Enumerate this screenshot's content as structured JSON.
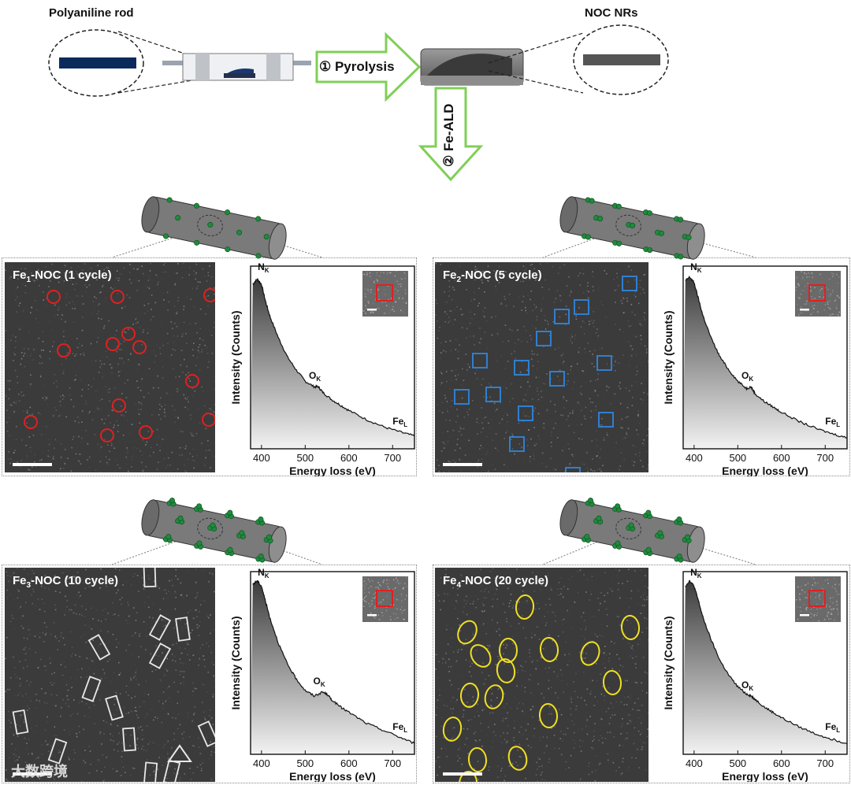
{
  "scheme": {
    "left_label": "Polyaniline rod",
    "right_label": "NOC NRs",
    "step1": "① Pyrolysis",
    "step2": "② Fe-ALD"
  },
  "panels": [
    {
      "prefix": "Fe",
      "sub": "1",
      "suffix": "-NOC (1 cycle)",
      "marker": "circle",
      "color": "#e02020"
    },
    {
      "prefix": "Fe",
      "sub": "2",
      "suffix": "-NOC (5 cycle)",
      "marker": "square",
      "color": "#2f7fd0"
    },
    {
      "prefix": "Fe",
      "sub": "3",
      "suffix": "-NOC (10 cycle)",
      "marker": "rect",
      "color": "#e8e8e8"
    },
    {
      "prefix": "Fe",
      "sub": "4",
      "suffix": "-NOC (20 cycle)",
      "marker": "ellipse",
      "color": "#f0e020"
    }
  ],
  "spectrum": {
    "xlabel": "Energy loss (eV)",
    "ylabel": "Intensity (Counts)",
    "ticks": [
      "400",
      "500",
      "600",
      "700"
    ],
    "peak_n": "N",
    "peak_n_sub": "K",
    "peak_o": "O",
    "peak_o_sub": "K",
    "peak_fe": "Fe",
    "peak_fe_sub": "L"
  },
  "chart_data": [
    {
      "type": "area",
      "panel": "Fe1-NOC (1 cycle)",
      "xlabel": "Energy loss (eV)",
      "ylabel": "Intensity (Counts)",
      "xlim": [
        375,
        750
      ],
      "x": [
        380,
        390,
        400,
        410,
        420,
        440,
        460,
        480,
        500,
        520,
        530,
        540,
        560,
        580,
        600,
        640,
        680,
        720,
        750
      ],
      "y": [
        0.9,
        0.93,
        0.9,
        0.8,
        0.72,
        0.6,
        0.5,
        0.43,
        0.37,
        0.34,
        0.34,
        0.31,
        0.27,
        0.24,
        0.21,
        0.16,
        0.12,
        0.09,
        0.07
      ]
    },
    {
      "type": "area",
      "panel": "Fe2-NOC (5 cycle)",
      "xlabel": "Energy loss (eV)",
      "ylabel": "Intensity (Counts)",
      "xlim": [
        375,
        750
      ],
      "x": [
        380,
        390,
        400,
        410,
        420,
        440,
        460,
        480,
        500,
        520,
        530,
        540,
        560,
        580,
        600,
        640,
        680,
        720,
        750
      ],
      "y": [
        0.92,
        0.94,
        0.91,
        0.82,
        0.73,
        0.6,
        0.5,
        0.43,
        0.37,
        0.33,
        0.34,
        0.3,
        0.26,
        0.23,
        0.2,
        0.15,
        0.11,
        0.08,
        0.06
      ]
    },
    {
      "type": "area",
      "panel": "Fe3-NOC (10 cycle)",
      "xlabel": "Energy loss (eV)",
      "ylabel": "Intensity (Counts)",
      "xlim": [
        375,
        750
      ],
      "x": [
        380,
        390,
        400,
        410,
        420,
        440,
        460,
        480,
        500,
        520,
        540,
        550,
        560,
        580,
        600,
        640,
        680,
        720,
        750
      ],
      "y": [
        0.93,
        0.95,
        0.92,
        0.83,
        0.74,
        0.6,
        0.49,
        0.41,
        0.35,
        0.32,
        0.34,
        0.33,
        0.3,
        0.26,
        0.23,
        0.17,
        0.13,
        0.09,
        0.06
      ]
    },
    {
      "type": "area",
      "panel": "Fe4-NOC (20 cycle)",
      "xlabel": "Energy loss (eV)",
      "ylabel": "Intensity (Counts)",
      "xlim": [
        375,
        750
      ],
      "x": [
        380,
        390,
        400,
        410,
        420,
        440,
        460,
        480,
        500,
        520,
        530,
        540,
        560,
        580,
        600,
        640,
        680,
        720,
        750
      ],
      "y": [
        0.92,
        0.95,
        0.92,
        0.84,
        0.75,
        0.62,
        0.51,
        0.43,
        0.37,
        0.33,
        0.32,
        0.3,
        0.26,
        0.23,
        0.2,
        0.15,
        0.11,
        0.08,
        0.06
      ]
    }
  ],
  "watermark": "大数跨境"
}
